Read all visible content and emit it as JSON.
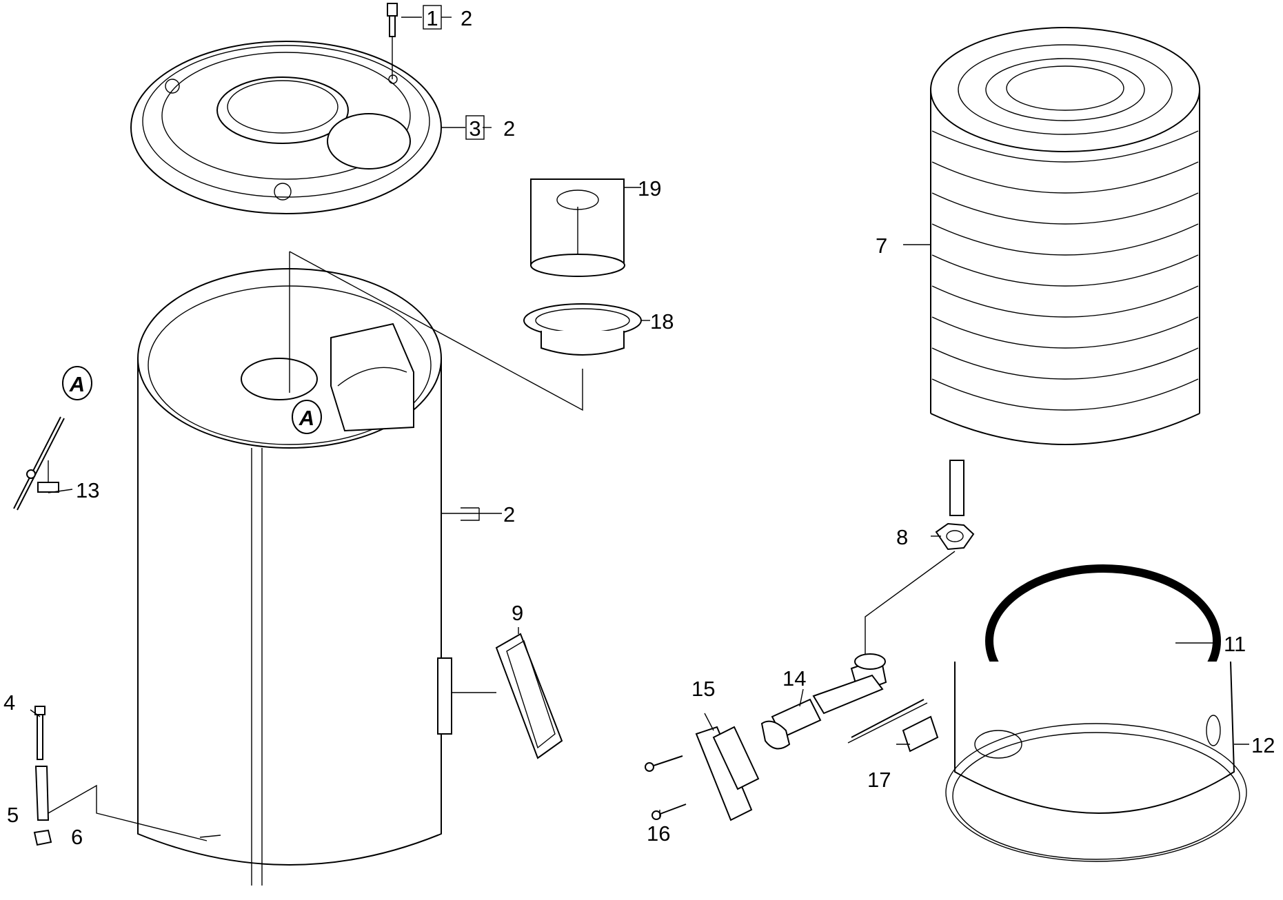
{
  "callouts": {
    "ref_1": "1",
    "ref_2a": "2",
    "ref_3": "3",
    "ref_2b": "2",
    "ref_2c": "2",
    "ref_4": "4",
    "ref_5": "5",
    "ref_6": "6",
    "ref_7": "7",
    "ref_8": "8",
    "ref_9": "9",
    "ref_11": "11",
    "ref_12": "12",
    "ref_13": "13",
    "ref_14": "14",
    "ref_15": "15",
    "ref_16": "16",
    "ref_17": "17",
    "ref_18": "18",
    "ref_19": "19"
  },
  "markers": {
    "detail_a_main": "A",
    "detail_a_inset": "A"
  }
}
